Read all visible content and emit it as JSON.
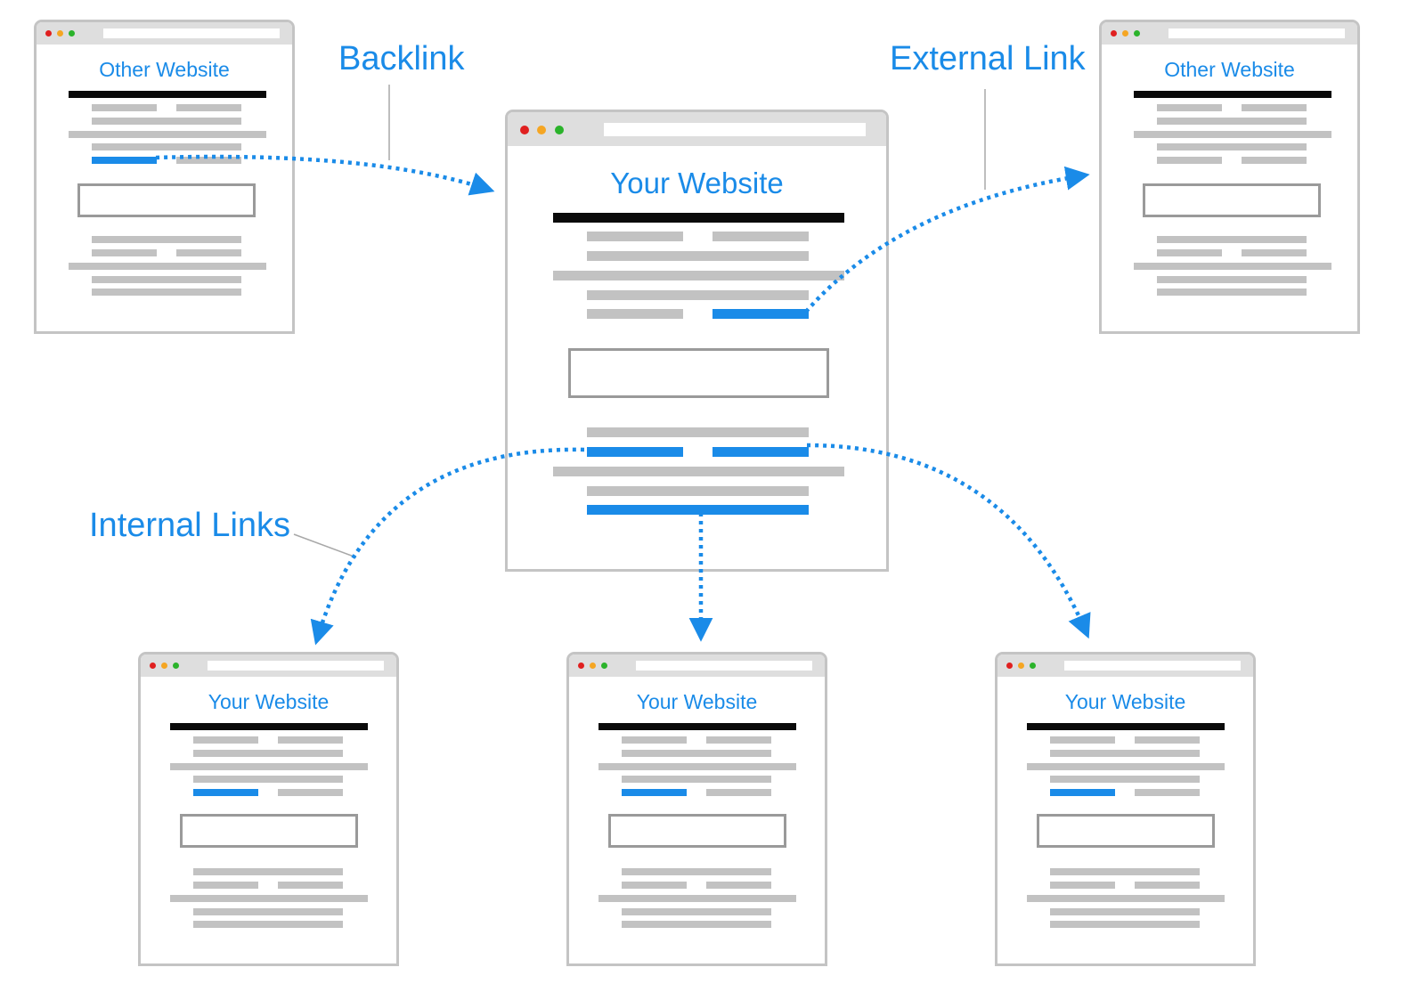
{
  "labels": {
    "backlink": "Backlink",
    "external_link": "External Link",
    "internal_links": "Internal Links"
  },
  "windows": {
    "other_left": {
      "title": "Other Website"
    },
    "center": {
      "title": "Your Website"
    },
    "other_right": {
      "title": "Other Website"
    },
    "bottom_left": {
      "title": "Your Website"
    },
    "bottom_mid": {
      "title": "Your Website"
    },
    "bottom_right": {
      "title": "Your Website"
    }
  },
  "colors": {
    "link_blue": "#1a8be8",
    "text_gray": "#c2c2c2",
    "heading_black": "#0a0a0a",
    "frame_gray": "#c4c4c4",
    "dot_red": "#e02020",
    "dot_yellow": "#f5a623",
    "dot_green": "#2bb32b"
  }
}
